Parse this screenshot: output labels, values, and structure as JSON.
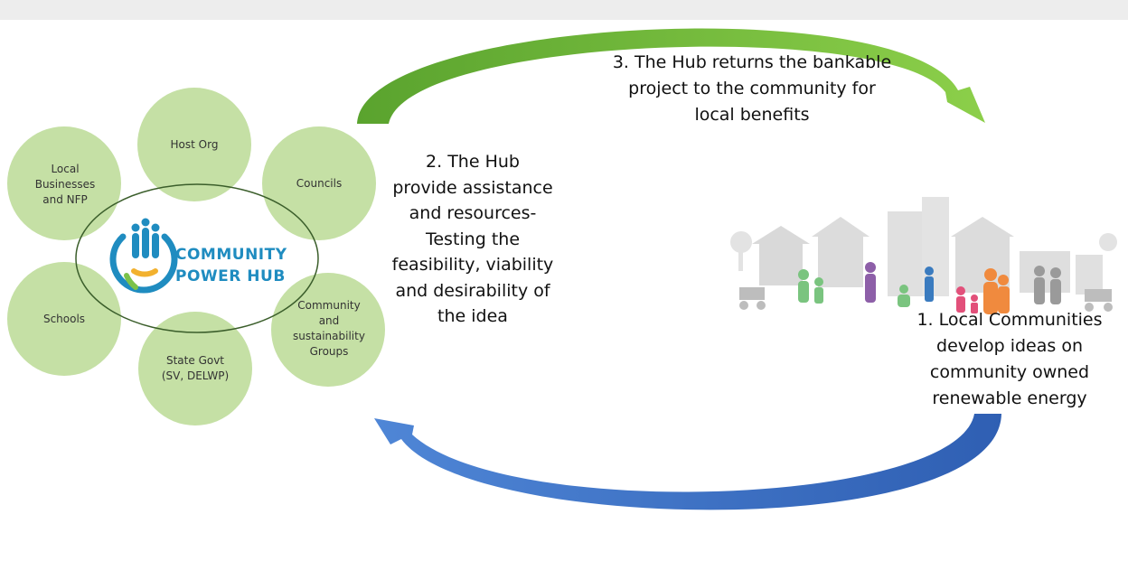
{
  "hub": {
    "logo_text": [
      "COMMUNITY",
      "POWER HUB"
    ],
    "stakeholders": [
      {
        "label": "Host Org"
      },
      {
        "label": "Councils"
      },
      {
        "label": "Community and sustainability Groups"
      },
      {
        "label": "State Govt (SV, DELWP)"
      },
      {
        "label": "Schools"
      },
      {
        "label": "Local Businesses and NFP"
      }
    ]
  },
  "steps": {
    "step1": "1.   Local Communities develop ideas on community owned renewable energy",
    "step2": "2. The Hub provide assistance and resources- Testing the feasibility, viability and desirability of the idea",
    "step3": "3.  The Hub returns the bankable project to the community for local benefits"
  },
  "colors": {
    "circle_fill": "#c5e0a5",
    "arrow_green": "#6fb33b",
    "arrow_blue": "#3a6fc4",
    "logo_blue": "#1f8cc0",
    "community_gray": "#d9d9d9"
  }
}
